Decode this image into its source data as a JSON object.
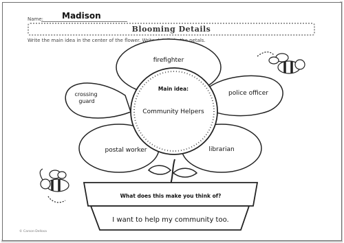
{
  "worksheet": {
    "name_label": "Name:",
    "name_value": "Madison",
    "title": "Blooming Details",
    "instructions": "Write the main idea in the center of the flower. Write details in the petals.",
    "main_idea_label": "Main idea:",
    "main_idea_value": "Community Helpers",
    "petals": {
      "top": "firefighter",
      "left_line1": "crossing",
      "left_line2": "guard",
      "right": "police officer",
      "bottom_left": "postal worker",
      "bottom_right": "librarian"
    },
    "pot_question": "What does this make you think of?",
    "pot_answer": "I want to help my community too.",
    "footer": "© Carson-Dellosa"
  }
}
